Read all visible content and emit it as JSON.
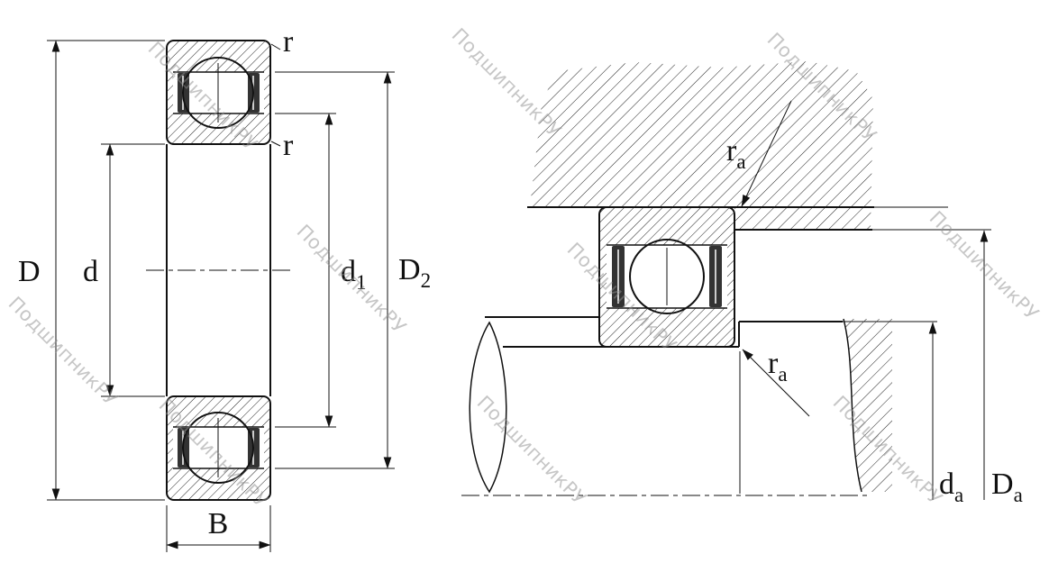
{
  "watermark": {
    "text": "ПодшипникРУ"
  },
  "dims": {
    "D": "D",
    "d": "d",
    "B": "B",
    "r_top": "r",
    "r_bottom": "r",
    "d1": {
      "main": "d",
      "sub": "1"
    },
    "D2": {
      "main": "D",
      "sub": "2"
    },
    "ra_housing": {
      "main": "r",
      "sub": "a"
    },
    "ra_shaft": {
      "main": "r",
      "sub": "a"
    },
    "da": {
      "main": "d",
      "sub": "a"
    },
    "Da": {
      "main": "D",
      "sub": "a"
    }
  }
}
